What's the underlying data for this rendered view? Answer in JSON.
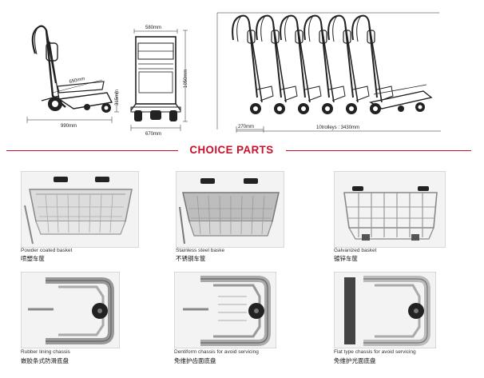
{
  "dimensions": {
    "side_length": "990mm",
    "basket_length": "650mm",
    "chassis_height": "315mm",
    "top_width": "580mm",
    "bottom_width": "670mm",
    "total_height": "1050mm",
    "nest_step": "270mm",
    "nest_total": "10trolleys : 3430mm"
  },
  "section": {
    "title": "CHOICE PARTS"
  },
  "parts": [
    {
      "en": "Powder coated basket",
      "cn": "喷塑车筐"
    },
    {
      "en": "Stainless steel baske",
      "cn": "不锈钢车筐"
    },
    {
      "en": "Galvanized basket",
      "cn": "镀锌车筐"
    },
    {
      "en": "Rubber lining chassis",
      "cn": "嵌胶条式防滑底盘"
    },
    {
      "en": "Dentiform chassis for avoid servicing",
      "cn": "免维护齿面底盘"
    },
    {
      "en": "Flat type chassis for avoid servicing",
      "cn": "免维护光面底盘"
    }
  ],
  "colors": {
    "accent": "#c8102e"
  }
}
